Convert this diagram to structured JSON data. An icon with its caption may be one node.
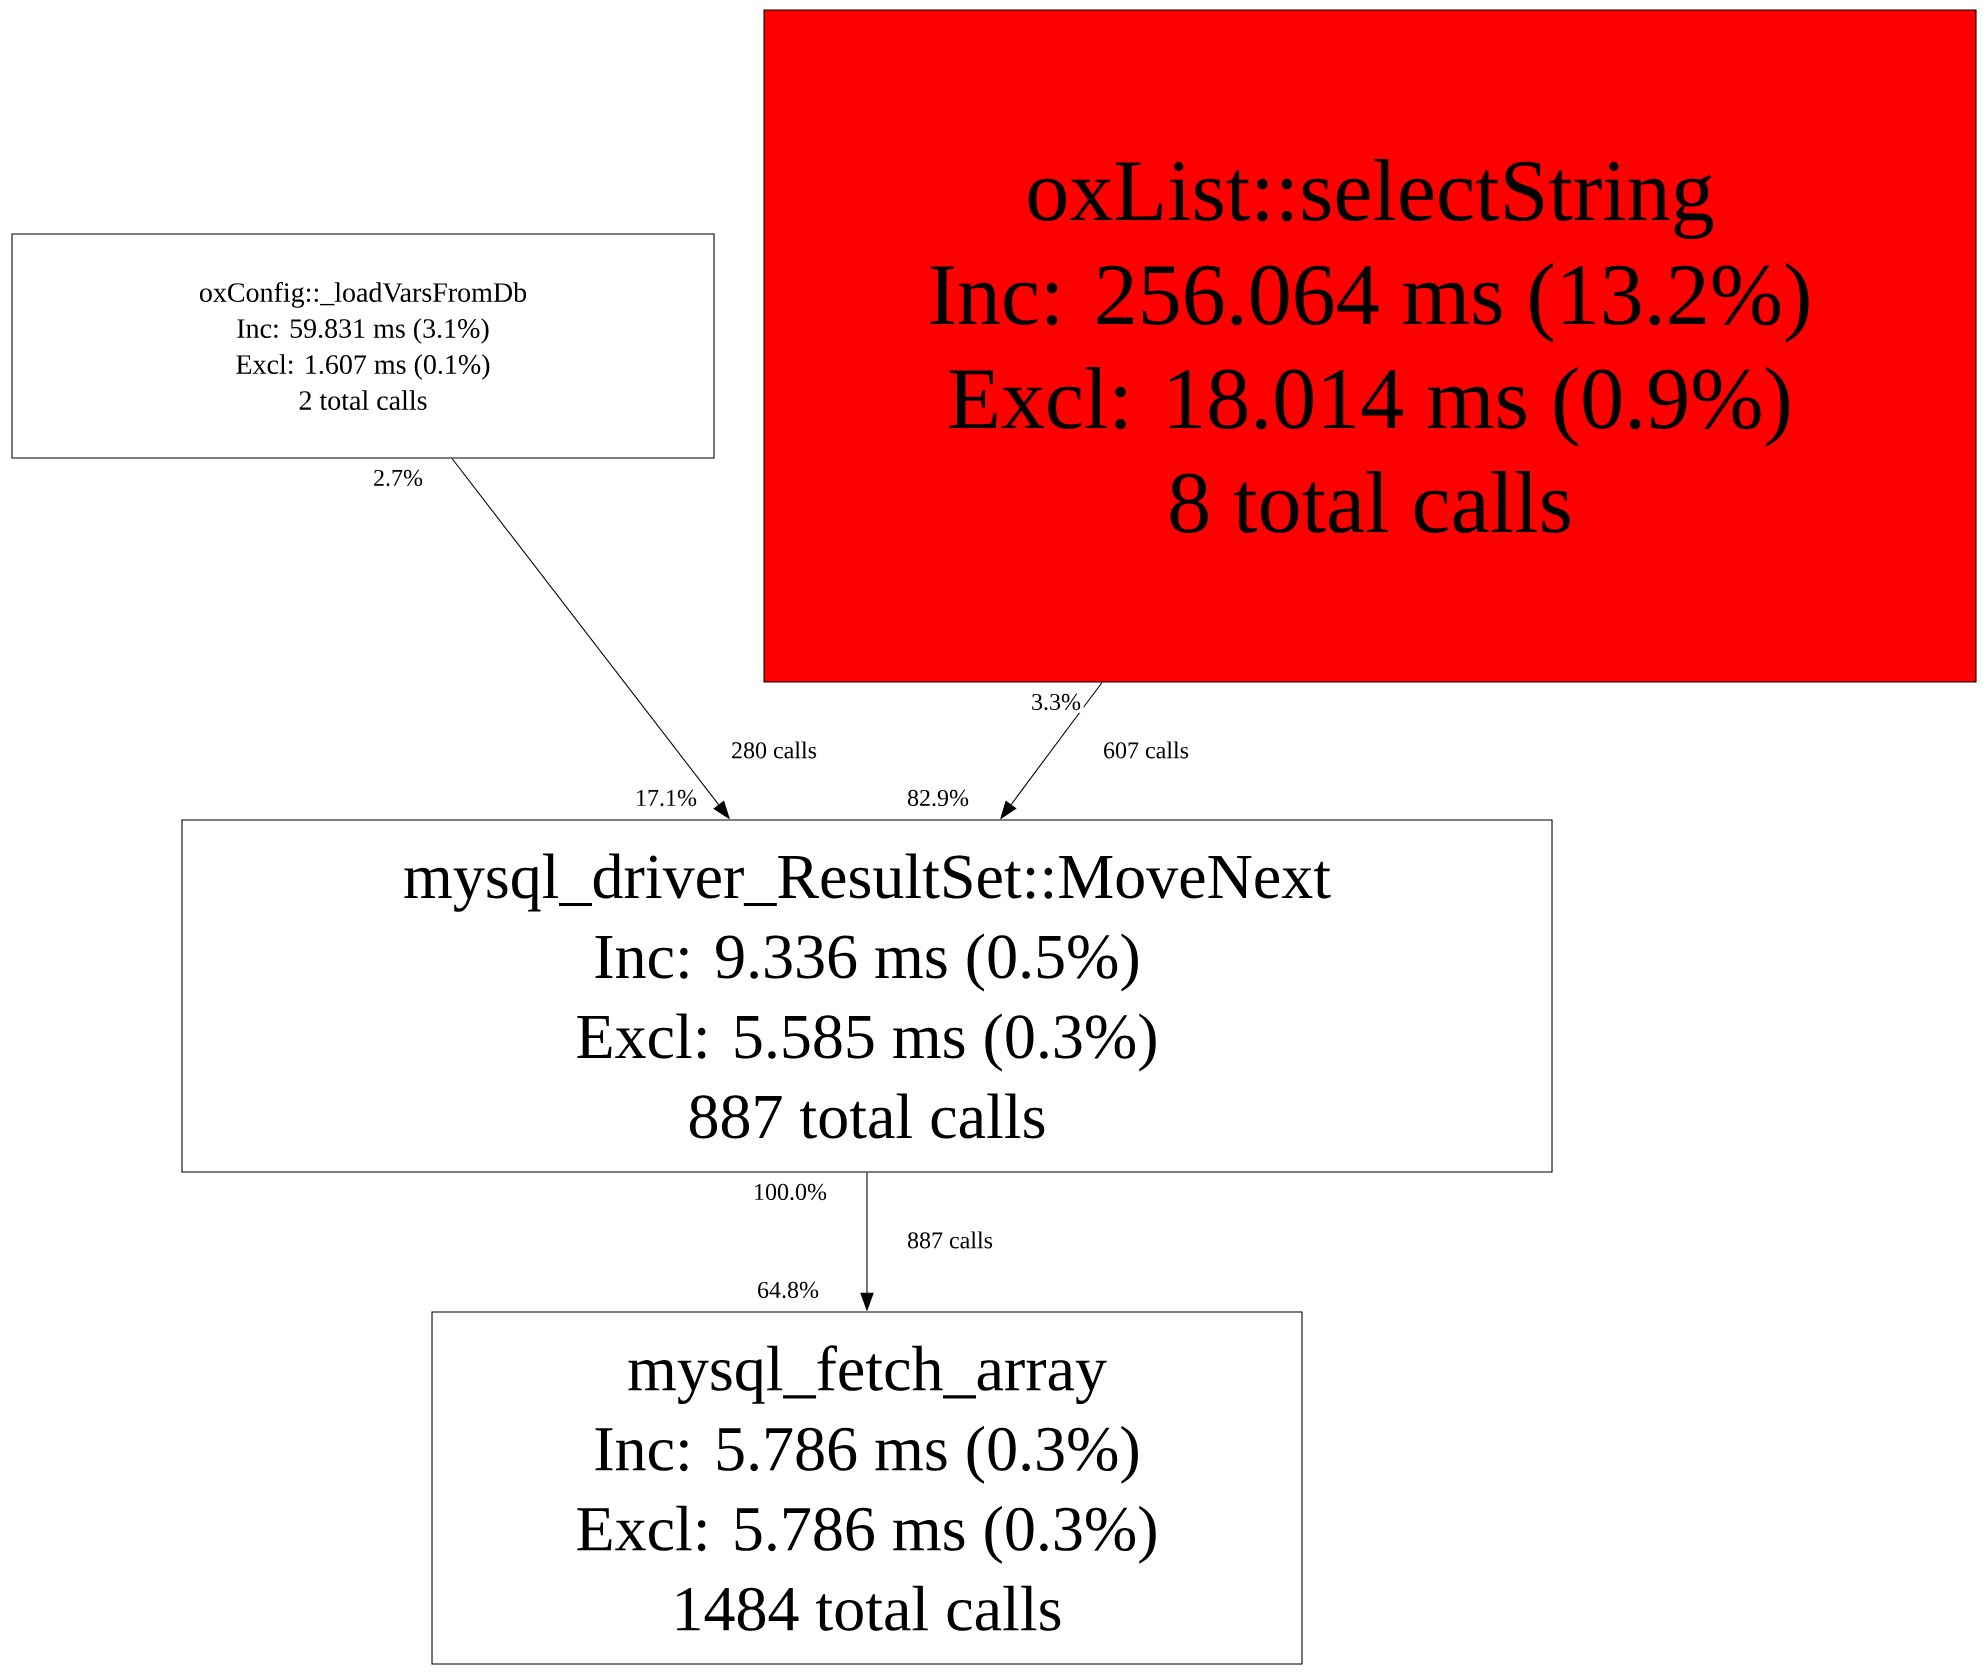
{
  "diagram": {
    "nodes": [
      {
        "text": [
          "oxConfig::_loadVarsFromDb",
          "Inc: 59.831 ms (3.1%)",
          "Excl: 1.607 ms (0.1%)",
          "2 total calls"
        ]
      },
      {
        "text": [
          "oxList::selectString",
          "Inc: 256.064 ms (13.2%)",
          "Excl: 18.014 ms (0.9%)",
          "8 total calls"
        ]
      },
      {
        "text": [
          "mysql_driver_ResultSet::MoveNext",
          "Inc: 9.336 ms (0.5%)",
          "Excl: 5.585 ms (0.3%)",
          "887 total calls"
        ]
      },
      {
        "text": [
          "mysql_fetch_array",
          "Inc: 5.786 ms (0.3%)",
          "Excl: 5.786 ms (0.3%)",
          "1484 total calls"
        ]
      }
    ],
    "edges": [
      {
        "from": 0,
        "to": 2,
        "arrow": "to",
        "label": "280 calls"
      },
      {
        "from": 1,
        "to": 2,
        "arrow": "to",
        "label": "607 calls"
      },
      {
        "from": 2,
        "to": 3,
        "arrow": "to",
        "label": "887 calls"
      }
    ],
    "labels": [
      "2.7%",
      "3.3%",
      "17.1%",
      "82.9%",
      "100.0%",
      "64.8%"
    ]
  }
}
